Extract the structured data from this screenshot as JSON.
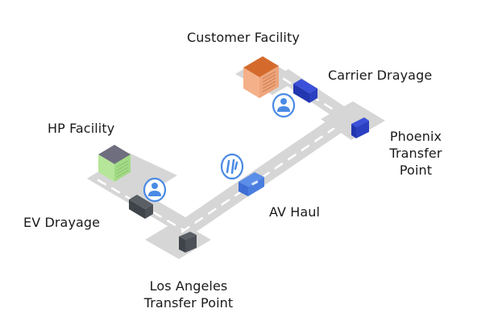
{
  "diagram": {
    "title": "HP Facility to Customer Facility freight route",
    "labels": {
      "customer_facility": "Customer Facility",
      "carrier_drayage": "Carrier Drayage",
      "hp_facility": "HP Facility",
      "phoenix_line1": "Phoenix",
      "phoenix_line2": "Transfer",
      "phoenix_line3": "Point",
      "ev_drayage": "EV Drayage",
      "av_haul": "AV Haul",
      "la_line1": "Los Angeles",
      "la_line2": "Transfer Point"
    },
    "colors": {
      "road": "#d4d4d4",
      "road_marking": "#ffffff",
      "accent_blue": "#3d7fe0",
      "truck_blue": "#2b3fc4",
      "truck_dark": "#4a4f55",
      "customer_building": "#f0a06a",
      "customer_roof": "#d06a30",
      "hp_building": "#a8e08a",
      "hp_roof": "#6d6d7d"
    },
    "icons": [
      "driver-icon",
      "driver-icon",
      "autonomous-icon"
    ],
    "nodes": [
      {
        "id": "hp-facility",
        "type": "building"
      },
      {
        "id": "la-transfer-point",
        "type": "transfer"
      },
      {
        "id": "phoenix-transfer-point",
        "type": "transfer"
      },
      {
        "id": "customer-facility",
        "type": "building"
      }
    ],
    "edges": [
      {
        "from": "hp-facility",
        "to": "la-transfer-point",
        "label": "EV Drayage"
      },
      {
        "from": "la-transfer-point",
        "to": "phoenix-transfer-point",
        "label": "AV Haul"
      },
      {
        "from": "phoenix-transfer-point",
        "to": "customer-facility",
        "label": "Carrier Drayage"
      }
    ]
  }
}
